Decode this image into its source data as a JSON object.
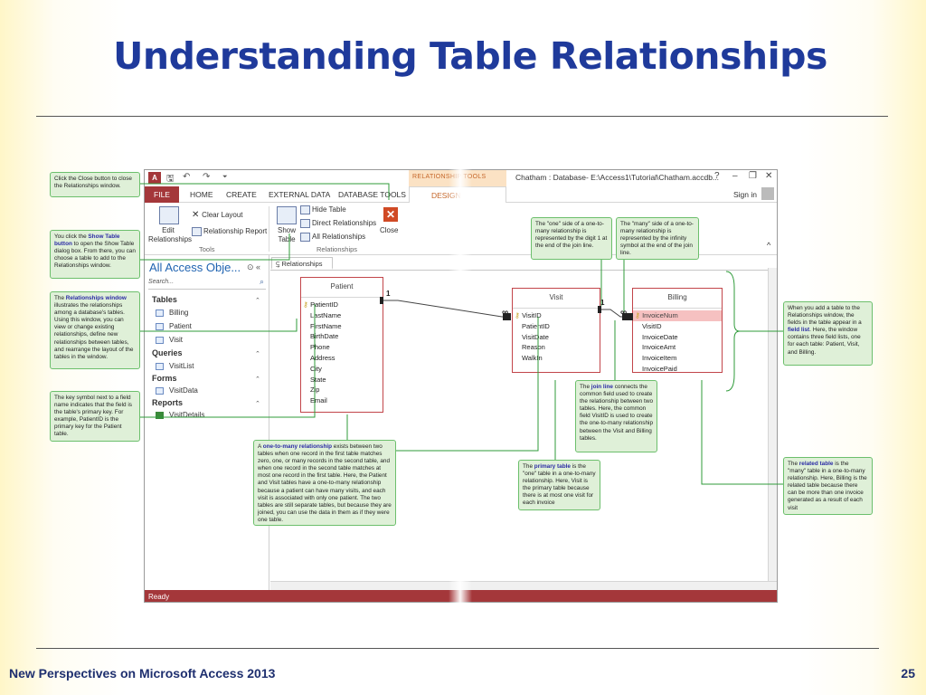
{
  "slide": {
    "title": "Understanding Table Relationships",
    "footer_left": "New Perspectives on Microsoft Access 2013",
    "page_number": "25"
  },
  "window": {
    "title": "Chatham : Database- E:\\Access1\\Tutorial\\Chatham.accdb...",
    "context_tab": "RELATIONSHIP TOOLS",
    "help": "?",
    "minimize": "–",
    "restore": "❐",
    "close": "✕",
    "sign_in": "Sign in"
  },
  "qat": {
    "save": "🖫",
    "undo": "↶",
    "redo": "↷",
    "customize": "⏷"
  },
  "ribbon_tabs": [
    "FILE",
    "HOME",
    "CREATE",
    "EXTERNAL DATA",
    "DATABASE TOOLS",
    "DESIGN"
  ],
  "ribbon": {
    "edit_relationships": "Edit Relationships",
    "clear_layout": "Clear Layout",
    "relationship_report": "Relationship Report",
    "tools_label": "Tools",
    "show_table": "Show Table",
    "hide_table": "Hide Table",
    "direct_relationships": "Direct Relationships",
    "all_relationships": "All Relationships",
    "relationships_label": "Relationships",
    "close": "Close",
    "collapse": "^"
  },
  "nav": {
    "title": "All Access Obje...",
    "search_placeholder": "Search...",
    "groups": [
      {
        "name": "Tables",
        "items": [
          "Billing",
          "Patient",
          "Visit"
        ]
      },
      {
        "name": "Queries",
        "items": [
          "VisitList"
        ]
      },
      {
        "name": "Forms",
        "items": [
          "VisitData"
        ]
      },
      {
        "name": "Reports",
        "items": [
          "VisitDetails"
        ]
      }
    ]
  },
  "document_tab": "Relationships",
  "status": "Ready",
  "tables": {
    "patient": {
      "name": "Patient",
      "fields": [
        "PatientID",
        "LastName",
        "FirstName",
        "BirthDate",
        "Phone",
        "Address",
        "City",
        "State",
        "Zip",
        "Email"
      ]
    },
    "visit": {
      "name": "Visit",
      "fields": [
        "VisitID",
        "PatientID",
        "VisitDate",
        "Reason",
        "WalkIn"
      ]
    },
    "billing": {
      "name": "Billing",
      "fields": [
        "InvoiceNum",
        "VisitID",
        "InvoiceDate",
        "InvoiceAmt",
        "InvoiceItem",
        "InvoicePaid"
      ]
    }
  },
  "join_symbols": {
    "one": "1",
    "many": "∞"
  },
  "callouts": {
    "close_button": "Click the Close button to close the Relationships window.",
    "show_table": {
      "pre": "You click the ",
      "term": "Show Table button",
      "post": " to open the Show Table dialog box. From there, you can choose a table to add to the Relationships window."
    },
    "rel_window": {
      "pre": "The ",
      "term": "Relationships window",
      "post": " illustrates the relationships among a database's tables. Using this window, you can view or change existing relationships, define new relationships between tables, and rearrange the layout of the tables in the window."
    },
    "key_symbol": "The key symbol next to a field name indicates that the field is the table's primary key. For example, PatientID is the primary key for the Patient table.",
    "one_side": "The \"one\" side of a one-to-many relationship is represented by the digit 1 at the end of the join line.",
    "many_side": "The \"many\" side of a one-to-many relationship is represented by the infinity symbol at the end of the join line.",
    "field_list": {
      "pre": "When you add a table to the Relationships window, the fields in the table appear in a ",
      "term": "field list",
      "post": ". Here, the window contains three field lists, one for each table: Patient, Visit, and Billing."
    },
    "join_line": {
      "pre": "The ",
      "term": "join line",
      "post": " connects the common field used to create the relationship between two tables. Here, the common field VisitID is used to create the one-to-many relationship between the Visit and Billing tables."
    },
    "one_to_many": {
      "pre": "A ",
      "term": "one-to-many relationship",
      "post": " exists between two tables when one record in the first table matches zero, one, or many records in the second table, and when one record in the second table matches at most one record in the first table. Here, the Patient and Visit tables have a one-to-many relationship because a patient can have many visits, and each visit is associated with only one patient. The two tables are still separate tables, but because they are joined, you can use the data in them as if they were one table."
    },
    "primary_table": {
      "pre": "The ",
      "term": "primary table",
      "post": " is the \"one\" table in a one-to-many relationship. Here, Visit is the primary table because there is at most one visit for each invoice"
    },
    "related_table": {
      "pre": "The ",
      "term": "related table",
      "post": " is the \"many\" table in a one-to-many relationship. Here, Billing is the related table because there can be more than one invoice generated as a result of each visit"
    }
  }
}
